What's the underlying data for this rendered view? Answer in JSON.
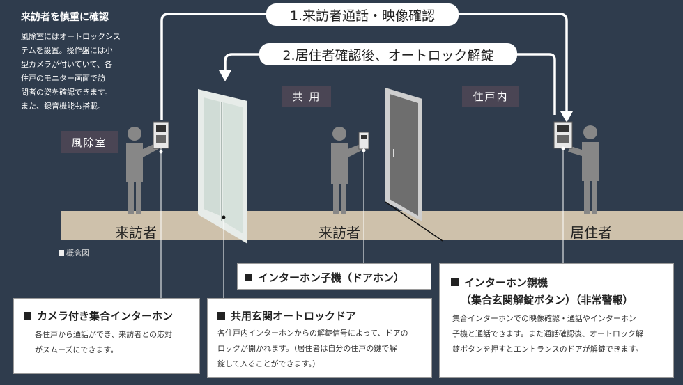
{
  "intro": {
    "title": "来訪者を慎重に確認",
    "lines": [
      "風除室にはオートロックシス",
      "テムを設置。操作盤には小",
      "型カメラが付いていて、各",
      "住戸のモニター画面で訪",
      "問者の姿を確認できます。",
      "また、録音機能も搭載。"
    ]
  },
  "flow": {
    "step1": "1.来訪者通話・映像確認",
    "step2": "2.居住者確認後、オートロック解錠"
  },
  "zones": {
    "vestibule": "風除室",
    "common": "共 用",
    "unit": "住戸内"
  },
  "persons": {
    "visitor_left": "来訪者",
    "visitor_center": "来訪者",
    "resident": "居住者"
  },
  "legend": "概念図",
  "boxes": {
    "camera_intercom": {
      "title": "カメラ付き集合インターホン",
      "body": [
        "各住戸から通話ができ、来訪者との応対",
        "がスムーズにできます。"
      ]
    },
    "auto_lock_door": {
      "title": "共用玄関オートロックドア",
      "body": [
        "各住戸内インターホンからの解錠信号によって、ドアの",
        "ロックが開かれます。（居住者は自分の住戸の鍵で解",
        "錠して入ることができます。）"
      ]
    },
    "door_handset": {
      "title": "インターホン子機（ドアホン）"
    },
    "master_unit": {
      "title_line1": "インターホン親機",
      "title_line2": "（集合玄関解錠ボタン）（非常警報）",
      "body": [
        "集合インターホンでの映像確認・通話やインターホン",
        "子機と通話できます。また通話確認後、オートロック解",
        "錠ボタンを押すとエントランスのドアが解錠できます。"
      ]
    }
  },
  "colors": {
    "background": "#2f3c4d",
    "floor": "#cec1ab",
    "person": "#878787",
    "zone_label_bg": "#4a4554"
  }
}
